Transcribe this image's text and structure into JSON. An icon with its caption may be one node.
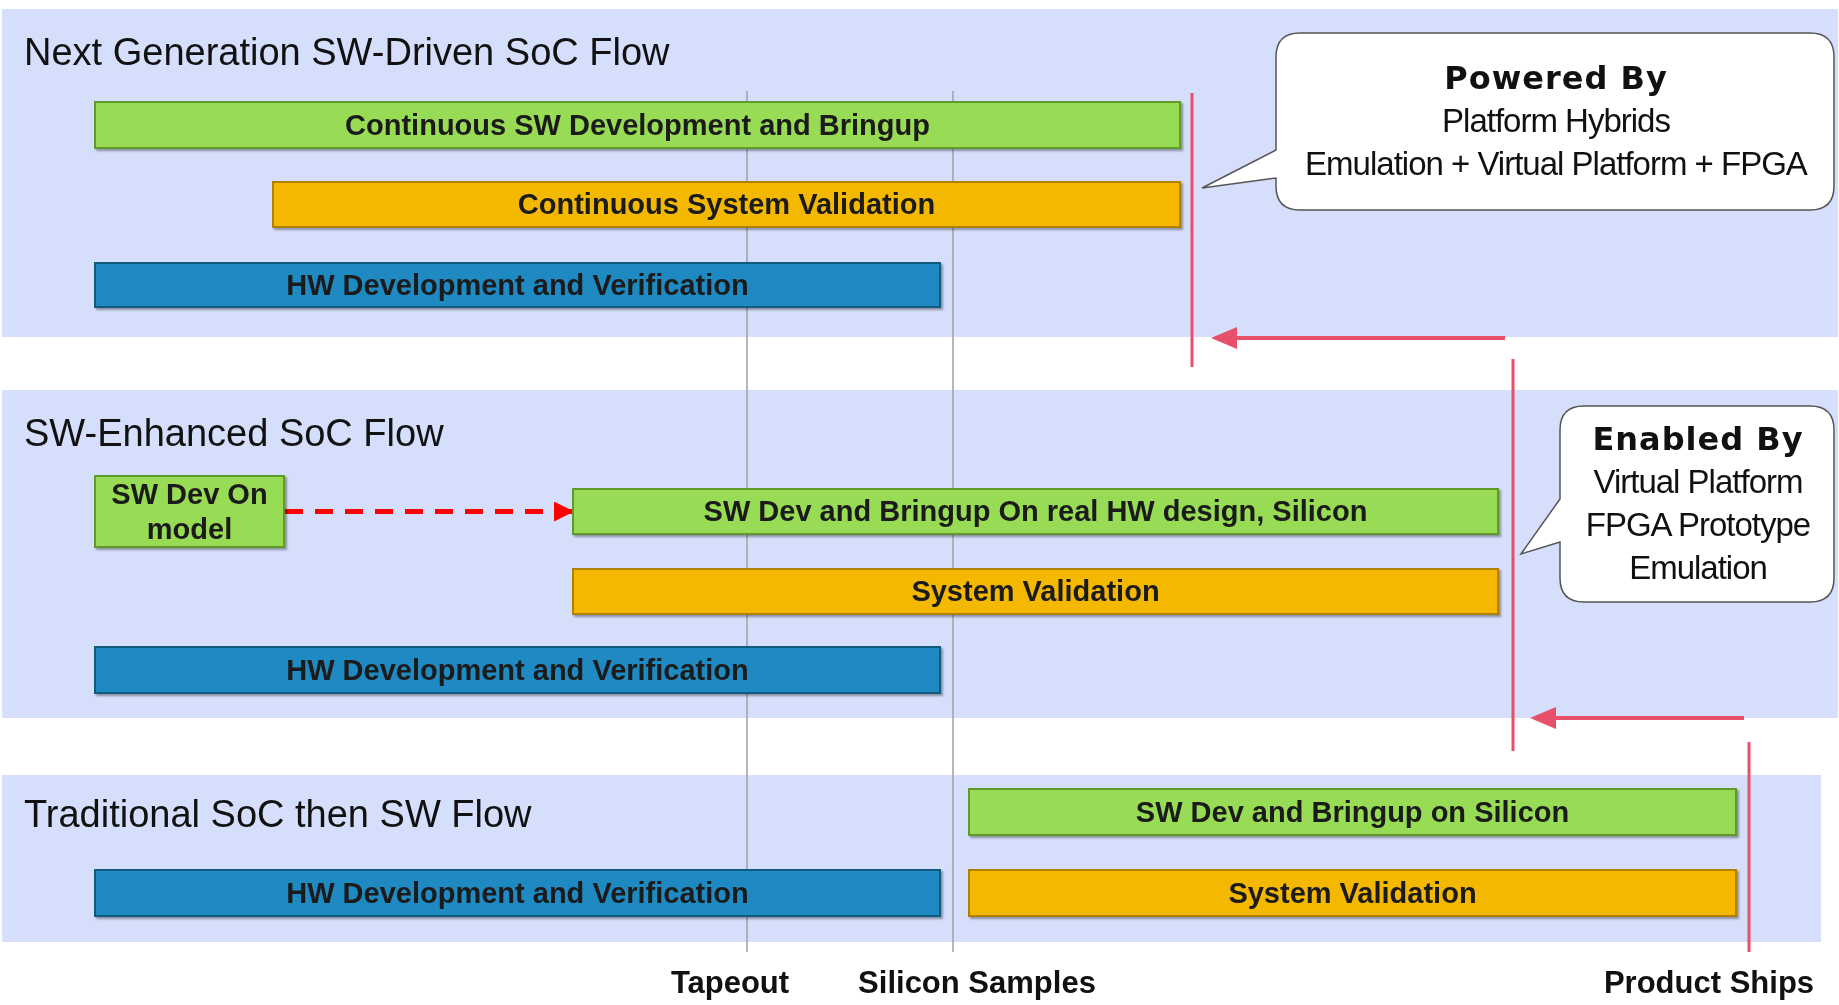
{
  "diagram": {
    "nodes": [
      {
        "text": [
          "Next Generation SW-Driven SoC Flow"
        ]
      },
      {
        "text": [
          "Continuous SW Development and Bringup"
        ],
        "in": 0
      },
      {
        "text": [
          "Continuous System Validation"
        ],
        "in": 0
      },
      {
        "text": [
          "HW Development and Verification"
        ],
        "in": 0
      },
      {
        "text": [
          "Powered By",
          "Platform Hybrids",
          "Emulation + Virtual Platform + FPGA"
        ],
        "in": 0
      },
      {
        "text": [
          "SW-Enhanced SoC Flow"
        ]
      },
      {
        "text": [
          "SW Dev On model"
        ],
        "in": 5
      },
      {
        "text": [
          "SW Dev and Bringup On real HW design, Silicon"
        ],
        "in": 5
      },
      {
        "text": [
          "System Validation"
        ],
        "in": 5
      },
      {
        "text": [
          "HW Development and Verification"
        ],
        "in": 5
      },
      {
        "text": [
          "Enabled By",
          "Virtual Platform",
          "FPGA Prototype",
          "Emulation"
        ],
        "in": 5
      },
      {
        "text": [
          "Traditional SoC then SW Flow"
        ]
      },
      {
        "text": [
          "SW Dev and Bringup on Silicon"
        ],
        "in": 11
      },
      {
        "text": [
          "HW Development and Verification"
        ],
        "in": 11
      },
      {
        "text": [
          "System Validation"
        ],
        "in": 11
      }
    ],
    "edges": [
      {
        "from": 6,
        "to": 7,
        "arrow": "to",
        "style": "dashed",
        "color": "#ff0000"
      }
    ],
    "labels": [
      "Tapeout",
      "Silicon Samples",
      "Product Ships"
    ]
  }
}
